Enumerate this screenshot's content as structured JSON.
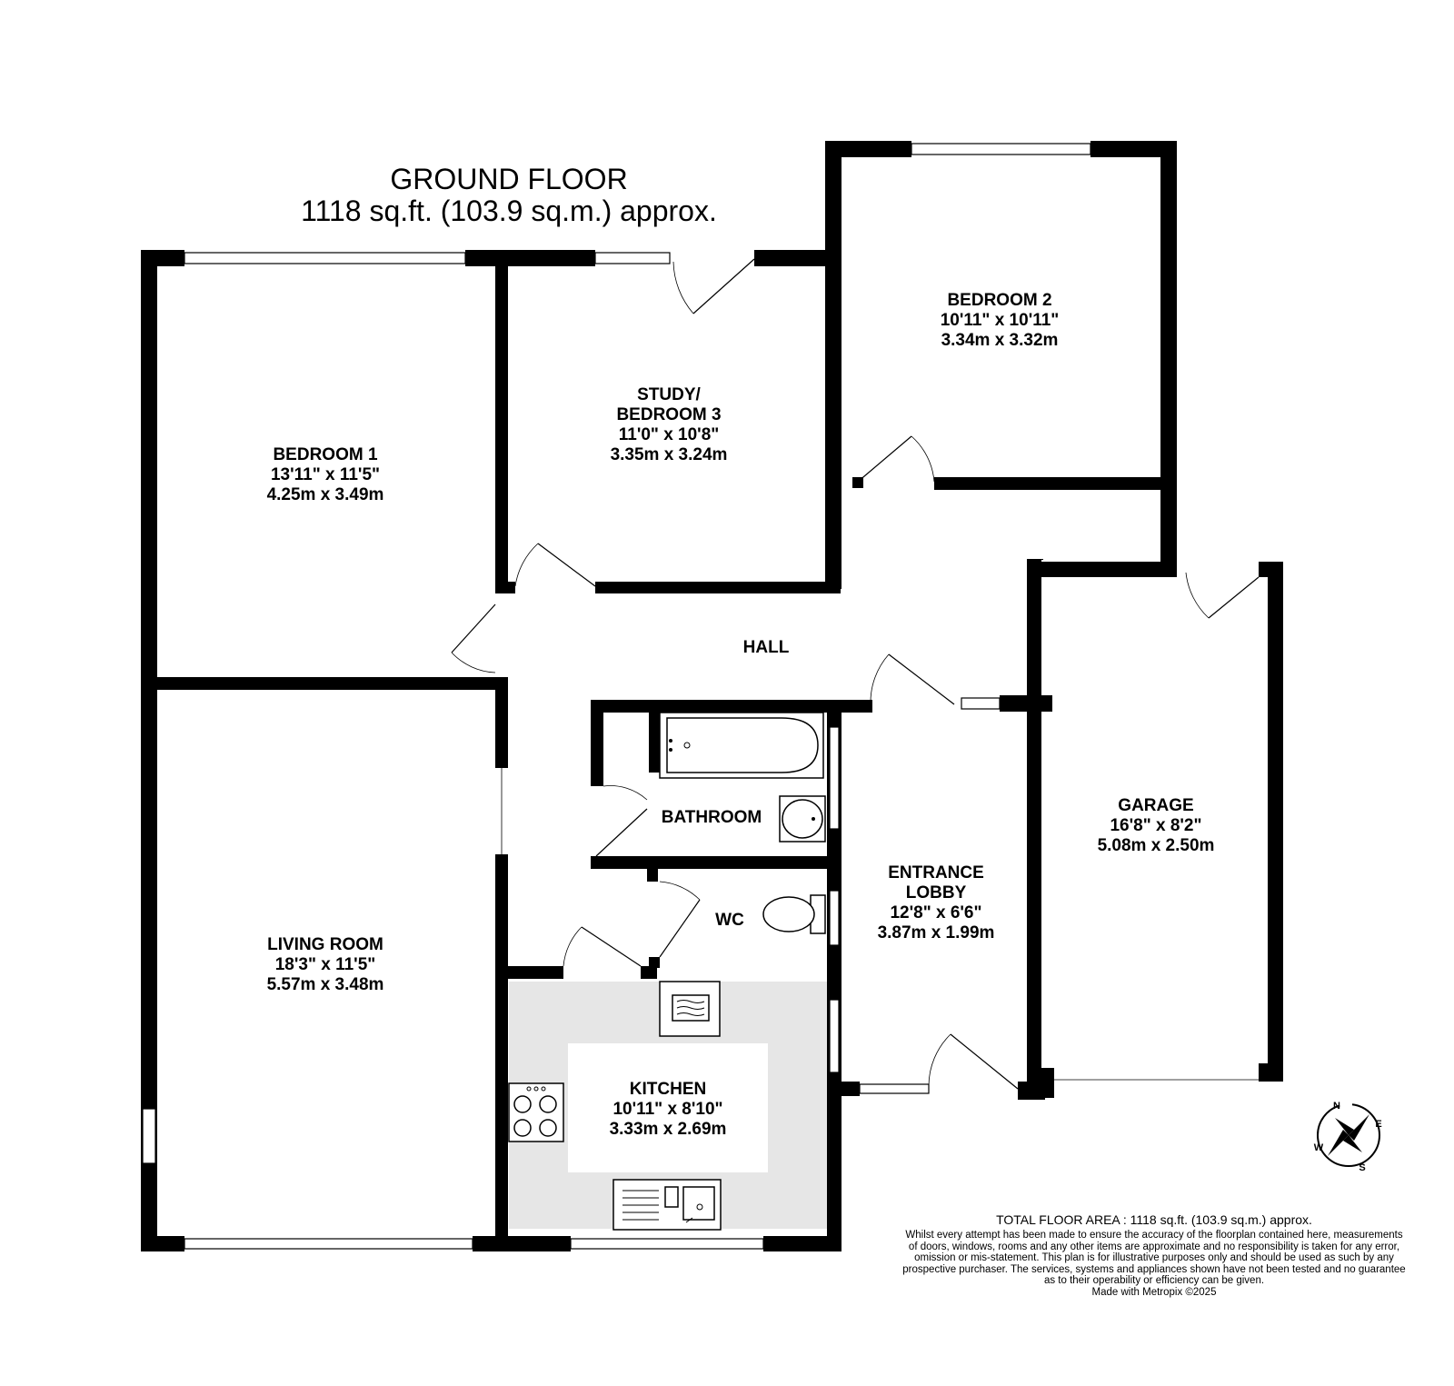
{
  "floor": {
    "title": "GROUND FLOOR",
    "area": "1118 sq.ft. (103.9 sq.m.) approx."
  },
  "rooms": {
    "bedroom1": {
      "name": "BEDROOM 1",
      "imperial": "13'11\"  x 11'5\"",
      "metric": "4.25m  x 3.49m"
    },
    "study": {
      "name": "STUDY/",
      "name2": "BEDROOM 3",
      "imperial": "11'0\"  x 10'8\"",
      "metric": "3.35m  x 3.24m"
    },
    "bedroom2": {
      "name": "BEDROOM 2",
      "imperial": "10'11\"  x 10'11\"",
      "metric": "3.34m  x 3.32m"
    },
    "hall": {
      "name": "HALL"
    },
    "bathroom": {
      "name": "BATHROOM"
    },
    "wc": {
      "name": "WC"
    },
    "living": {
      "name": "LIVING ROOM",
      "imperial": "18'3\"  x 11'5\"",
      "metric": "5.57m  x 3.48m"
    },
    "kitchen": {
      "name": "KITCHEN",
      "imperial": "10'11\"  x 8'10\"",
      "metric": "3.33m  x 2.69m"
    },
    "lobby": {
      "name": "ENTRANCE",
      "name2": "LOBBY",
      "imperial": "12'8\"  x 6'6\"",
      "metric": "3.87m  x 1.99m"
    },
    "garage": {
      "name": "GARAGE",
      "imperial": "16'8\"  x 8'2\"",
      "metric": "5.08m  x 2.50m"
    }
  },
  "compass": {
    "n": "N",
    "e": "E",
    "s": "S",
    "w": "W"
  },
  "footer": {
    "total": "TOTAL FLOOR AREA : 1118 sq.ft. (103.9 sq.m.) approx.",
    "disclaimer1": "Whilst every attempt has been made to ensure the accuracy of the floorplan contained here, measurements",
    "disclaimer2": "of doors, windows, rooms and any other items are approximate and no responsibility is taken for any error,",
    "disclaimer3": "omission or mis-statement. This plan is for illustrative purposes only and should be used as such by any",
    "disclaimer4": "prospective purchaser. The services, systems and appliances shown have not been tested and no guarantee",
    "disclaimer5": "as to their operability or efficiency can be given.",
    "credit": "Made with Metropix ©2025"
  },
  "colors": {
    "wall": "#000000",
    "kitchen_floor": "#e6e6e6",
    "background": "#ffffff"
  }
}
